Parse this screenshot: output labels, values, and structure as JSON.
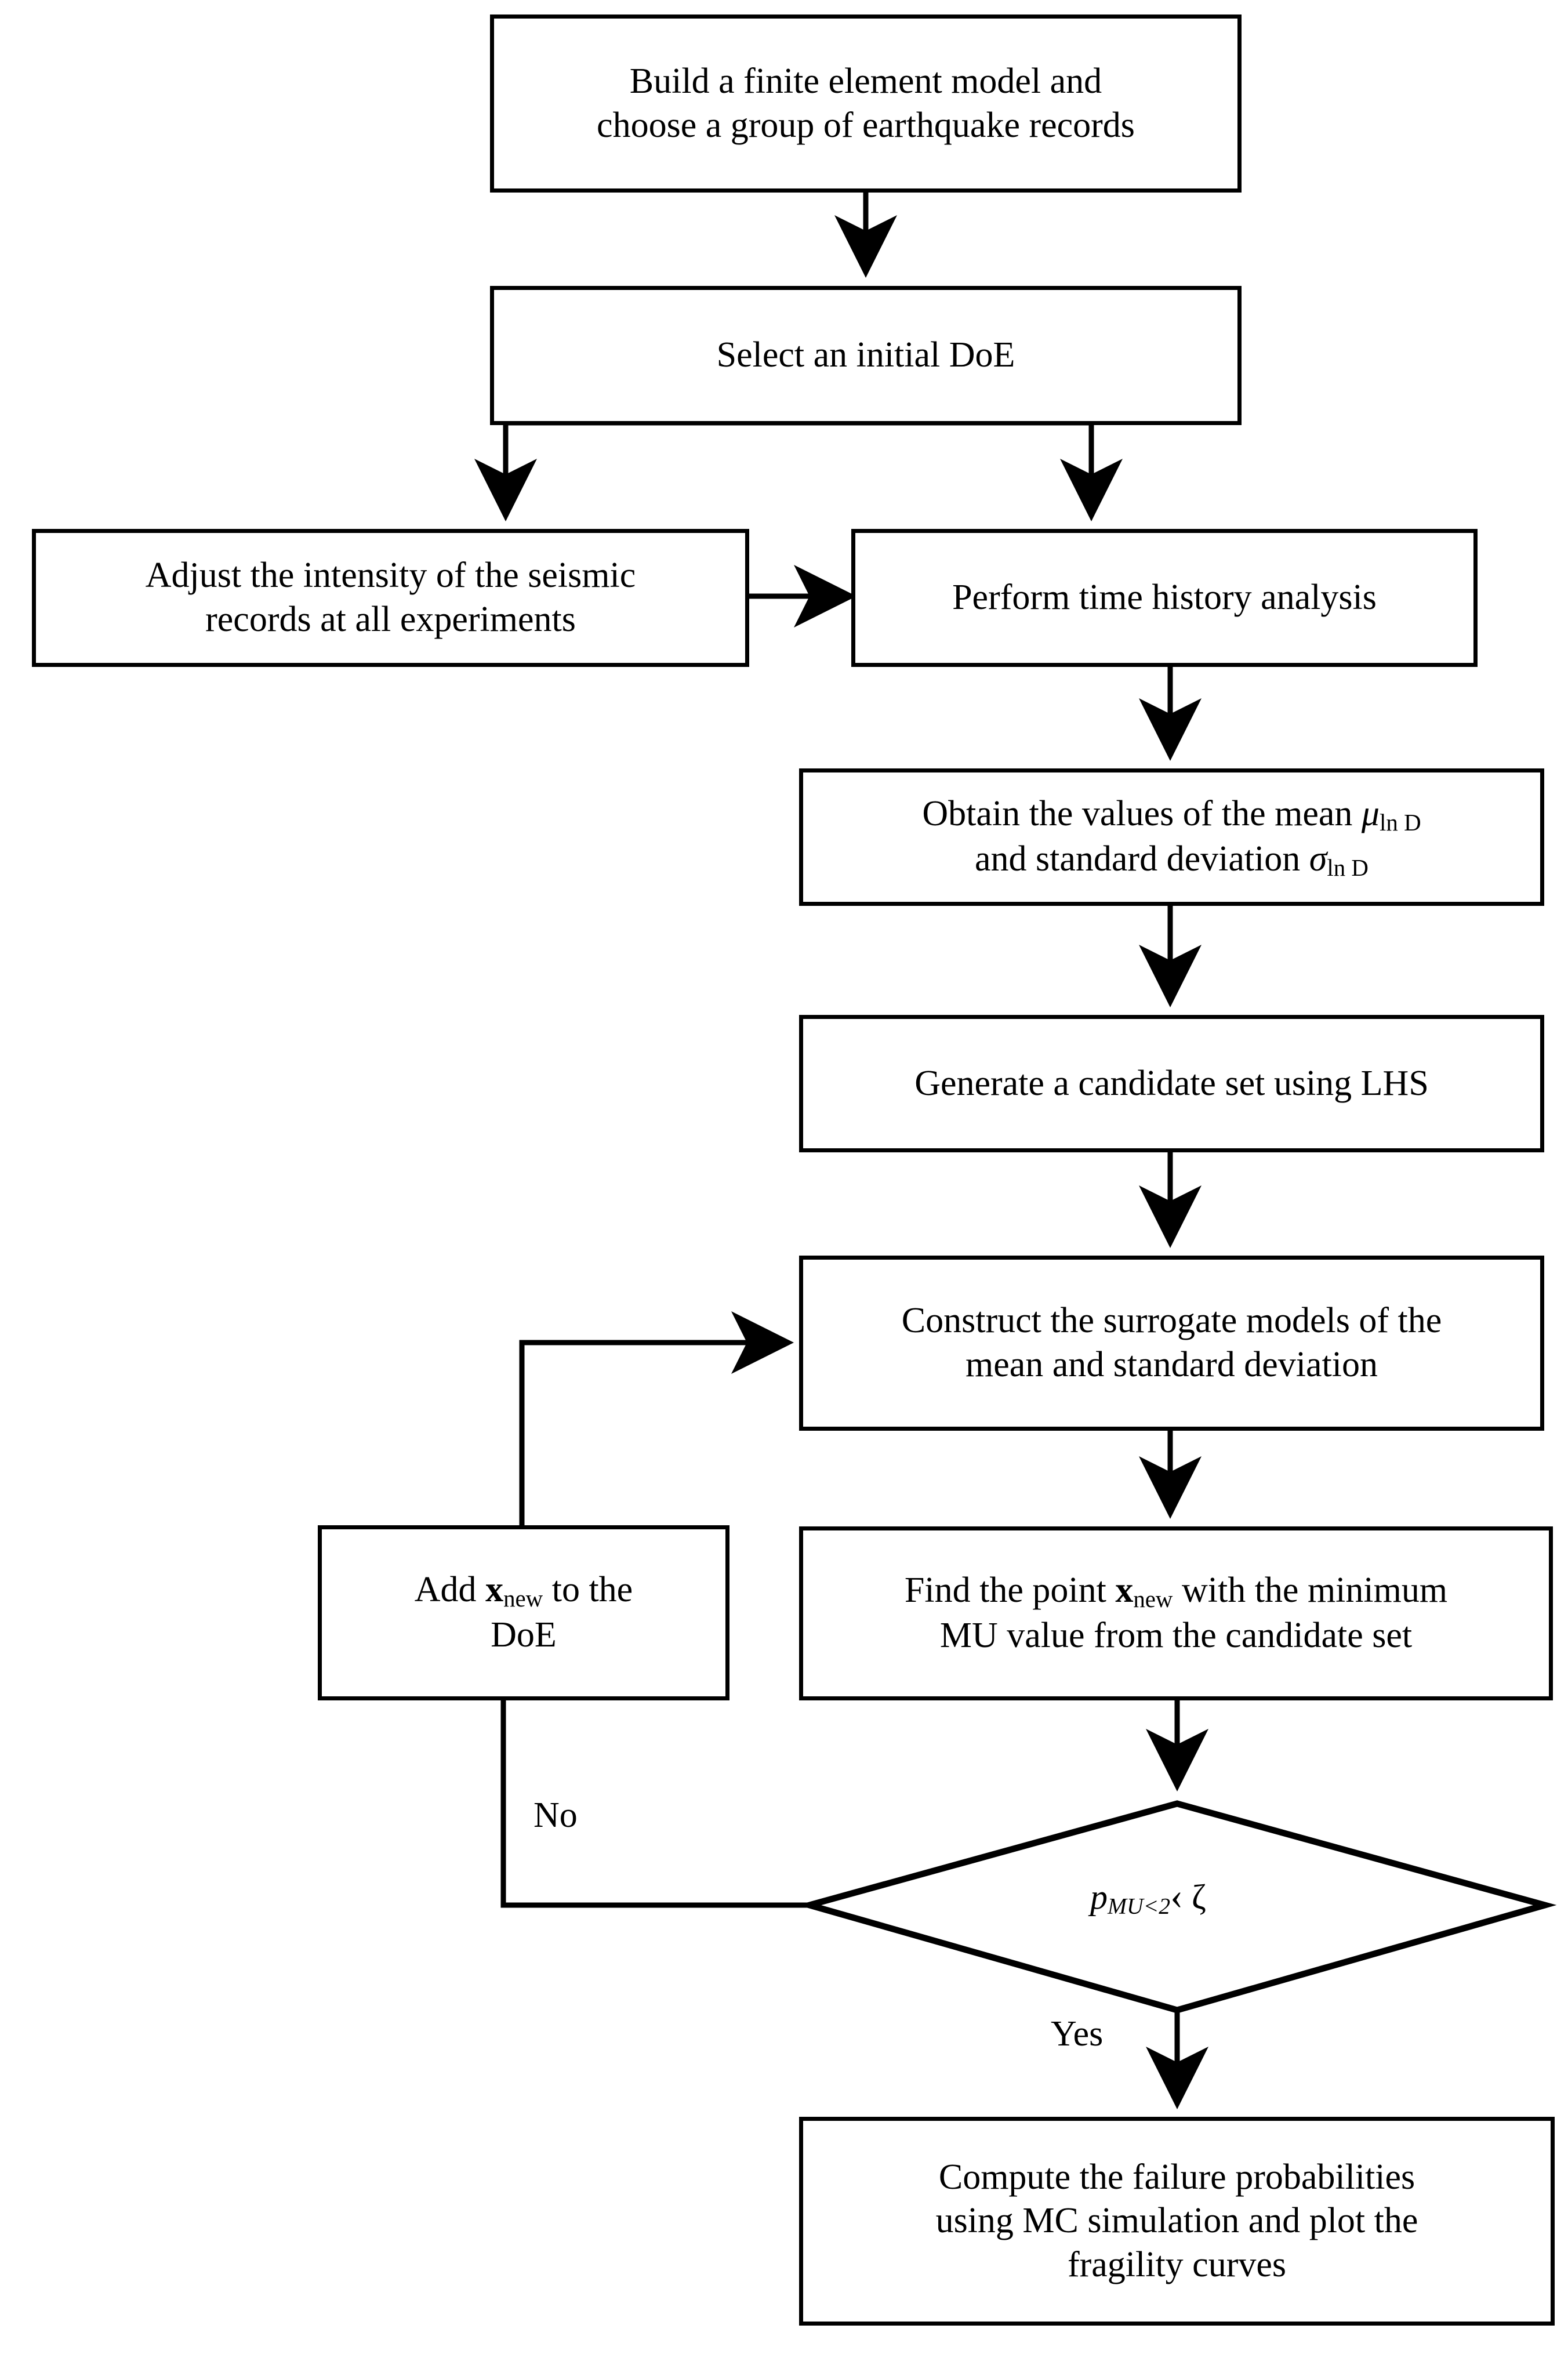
{
  "diagram": {
    "type": "flowchart",
    "title": "Adaptive surrogate-based seismic fragility analysis flowchart",
    "line_color": "#000000",
    "fill_color": "#ffffff",
    "nodes": [
      {
        "id": "build-model",
        "shape": "rectangle",
        "lines": [
          "Build a finite element model and",
          "choose a group of earthquake records"
        ]
      },
      {
        "id": "select-doe",
        "shape": "rectangle",
        "lines": [
          "Select an initial DoE"
        ]
      },
      {
        "id": "adjust-intensity",
        "shape": "rectangle",
        "lines": [
          "Adjust the intensity of the seismic",
          "records at all experiments"
        ]
      },
      {
        "id": "time-history",
        "shape": "rectangle",
        "lines": [
          "Perform time history analysis"
        ]
      },
      {
        "id": "obtain-values",
        "shape": "rectangle",
        "lines": [
          "Obtain the values of the mean μln D",
          "and standard deviation σln D"
        ],
        "line1_pre": "Obtain the values of the mean ",
        "line1_sym": "μ",
        "line1_sub": "ln D",
        "line2_pre": "and standard deviation ",
        "line2_sym": "σ",
        "line2_sub": "ln D"
      },
      {
        "id": "generate-lhs",
        "shape": "rectangle",
        "lines": [
          "Generate a candidate set using LHS"
        ]
      },
      {
        "id": "construct-surrogate",
        "shape": "rectangle",
        "lines": [
          "Construct the surrogate models of the",
          "mean and standard deviation"
        ]
      },
      {
        "id": "add-xnew",
        "shape": "rectangle",
        "lines": [
          "Add xnew to the",
          "DoE"
        ],
        "line1_pre": "Add ",
        "line1_sym": "x",
        "line1_sub": "new",
        "line1_post": " to the",
        "line2": "DoE"
      },
      {
        "id": "find-xnew",
        "shape": "rectangle",
        "lines": [
          "Find the point xnew with the minimum",
          "MU value from the candidate set"
        ],
        "line1_pre": "Find the point ",
        "line1_sym": "x",
        "line1_sub": "new",
        "line1_post": " with the minimum",
        "line2": "MU value from the candidate set"
      },
      {
        "id": "decision",
        "shape": "diamond",
        "text": "pMU<2 < ζ",
        "sym": "p",
        "sub": "MU<2",
        "op": "‹",
        "rhs": "ζ"
      },
      {
        "id": "compute-fragility",
        "shape": "rectangle",
        "lines": [
          "Compute the failure probabilities",
          "using MC simulation and plot the",
          "fragility curves"
        ]
      }
    ],
    "edge_labels": {
      "no": "No",
      "yes": "Yes"
    }
  }
}
